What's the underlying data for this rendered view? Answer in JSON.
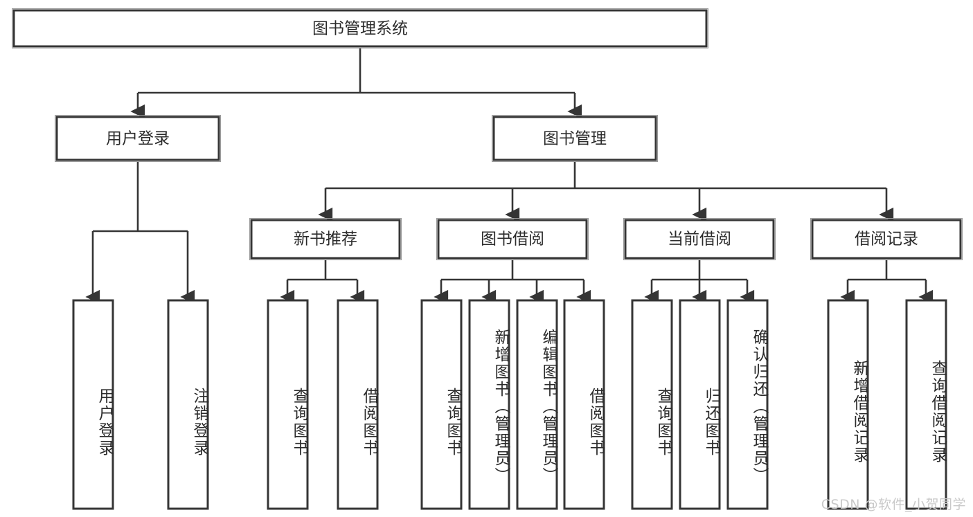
{
  "diagram": {
    "title": "图书管理系统",
    "type": "tree",
    "watermark": "CSDN @软件_小贺同学",
    "colors": {
      "box_stroke": "#353535",
      "box_fill": "#ffffff",
      "edge": "#353535",
      "text": "#2b2b2b",
      "watermark": "#c9c9c9",
      "background": "#ffffff"
    },
    "nodes": {
      "root": {
        "label": "图书管理系统",
        "level": 0,
        "orientation": "horizontal"
      },
      "l1": [
        {
          "id": "user_login",
          "label": "用户登录",
          "orientation": "horizontal"
        },
        {
          "id": "book_manage",
          "label": "图书管理",
          "orientation": "horizontal"
        }
      ],
      "l2": [
        {
          "id": "new_book_rec",
          "label": "新书推荐",
          "orientation": "horizontal",
          "parent": "book_manage"
        },
        {
          "id": "book_borrow",
          "label": "图书借阅",
          "orientation": "horizontal",
          "parent": "book_manage"
        },
        {
          "id": "current_borrow",
          "label": "当前借阅",
          "orientation": "horizontal",
          "parent": "book_manage"
        },
        {
          "id": "borrow_record",
          "label": "借阅记录",
          "orientation": "horizontal",
          "parent": "book_manage"
        }
      ],
      "leaves": [
        {
          "id": "leaf_user_login",
          "label": "用户登录",
          "orientation": "vertical",
          "parent": "user_login"
        },
        {
          "id": "leaf_user_logout",
          "label": "注销登录",
          "orientation": "vertical",
          "parent": "user_login"
        },
        {
          "id": "leaf_query_book_1",
          "label": "查询图书",
          "orientation": "vertical",
          "parent": "new_book_rec"
        },
        {
          "id": "leaf_borrow_book_1",
          "label": "借阅图书",
          "orientation": "vertical",
          "parent": "new_book_rec"
        },
        {
          "id": "leaf_query_book_2",
          "label": "查询图书",
          "orientation": "vertical",
          "parent": "book_borrow"
        },
        {
          "id": "leaf_add_book",
          "label": "新增图书（管理员）",
          "orientation": "vertical",
          "parent": "book_borrow"
        },
        {
          "id": "leaf_edit_book",
          "label": "编辑图书（管理员）",
          "orientation": "vertical",
          "parent": "book_borrow"
        },
        {
          "id": "leaf_borrow_book_2",
          "label": "借阅图书",
          "orientation": "vertical",
          "parent": "book_borrow"
        },
        {
          "id": "leaf_query_book_3",
          "label": "查询图书",
          "orientation": "vertical",
          "parent": "current_borrow"
        },
        {
          "id": "leaf_return_book",
          "label": "归还图书",
          "orientation": "vertical",
          "parent": "current_borrow"
        },
        {
          "id": "leaf_confirm_return",
          "label": "确认归还（管理员）",
          "orientation": "vertical",
          "parent": "current_borrow"
        },
        {
          "id": "leaf_add_record",
          "label": "新增借阅记录",
          "orientation": "vertical",
          "parent": "borrow_record"
        },
        {
          "id": "leaf_query_record",
          "label": "查询借阅记录",
          "orientation": "vertical",
          "parent": "borrow_record"
        }
      ]
    }
  }
}
